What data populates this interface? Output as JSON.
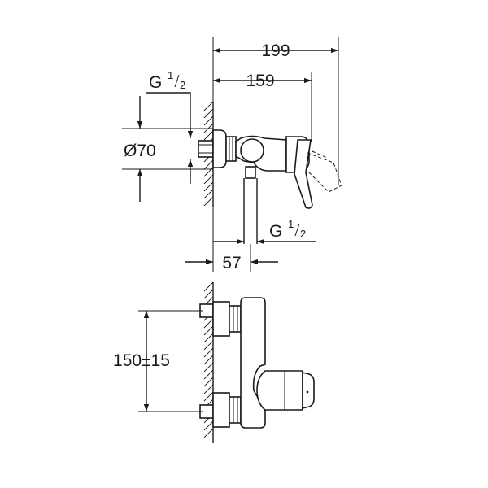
{
  "dimensions": {
    "overall_depth": "199",
    "depth_to_lever": "159",
    "outlet_offset": "57",
    "connection_spacing": "150±15",
    "escutcheon_diameter": "Ø70",
    "inlet_thread": {
      "prefix": "G",
      "numerator": "1",
      "denominator": "2"
    },
    "outlet_thread": {
      "prefix": "G",
      "numerator": "1",
      "denominator": "2"
    }
  },
  "colors": {
    "line": "#1a1a1a",
    "background": "#ffffff"
  }
}
